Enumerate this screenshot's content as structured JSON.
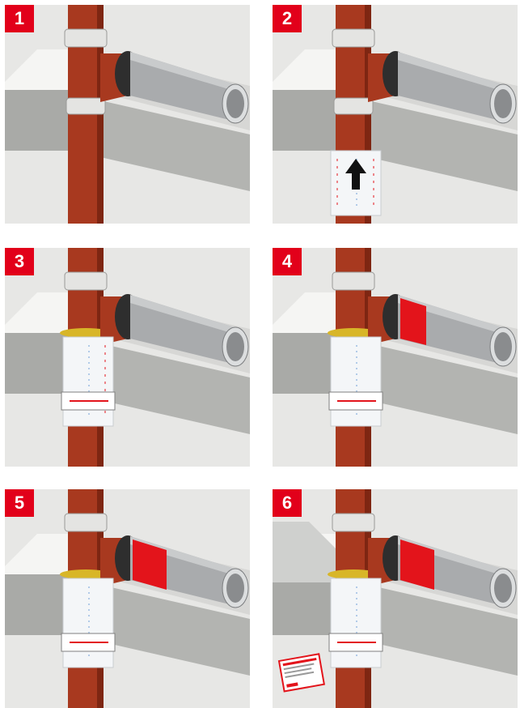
{
  "colors": {
    "badge": "#e2001a",
    "background": "#e7e7e5",
    "pipe_red": "#a8391f",
    "pipe_grey": "#a9abad",
    "slab": "#a9aaa7",
    "wrap_red": "#e3141b"
  },
  "steps": [
    {
      "number": "1"
    },
    {
      "number": "2"
    },
    {
      "number": "3"
    },
    {
      "number": "4"
    },
    {
      "number": "5"
    },
    {
      "number": "6"
    }
  ]
}
